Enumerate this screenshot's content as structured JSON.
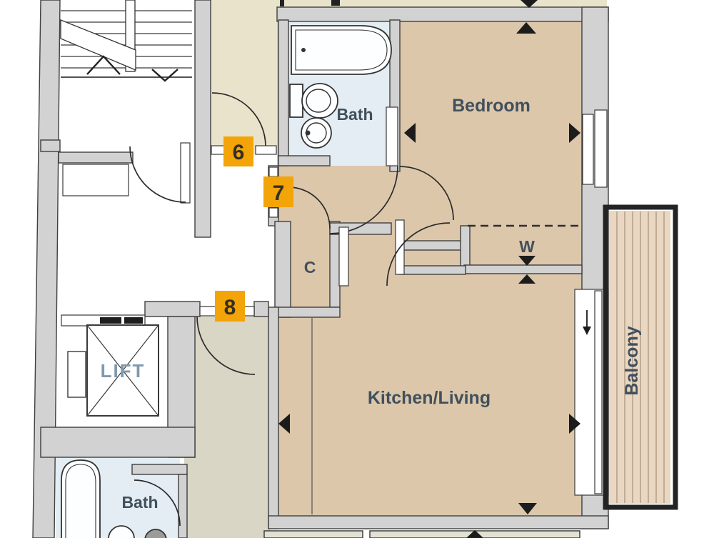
{
  "plan": {
    "rooms": {
      "bedroom": "Bedroom",
      "bath_upper": "Bath",
      "bath_lower": "Bath",
      "kitchen_living": "Kitchen/Living",
      "balcony": "Balcony",
      "lift": "LIFT",
      "wardrobe": "W",
      "cupboard": "C"
    },
    "badges": [
      {
        "number": "6"
      },
      {
        "number": "7"
      },
      {
        "number": "8"
      }
    ],
    "colors": {
      "wall_fill": "#d2d2d2",
      "room_tan": "#dcc7ab",
      "room_cream": "#eae3cb",
      "room_blue": "#e3edf3",
      "hall_gray_green": "#d9d6c6",
      "bottom_room_gray": "#e3e1d3",
      "balcony_wood": "#e9d7c1",
      "badge_yellow": "#f2a408",
      "label_text": "#41505c",
      "lift_text": "#8099ad"
    }
  }
}
